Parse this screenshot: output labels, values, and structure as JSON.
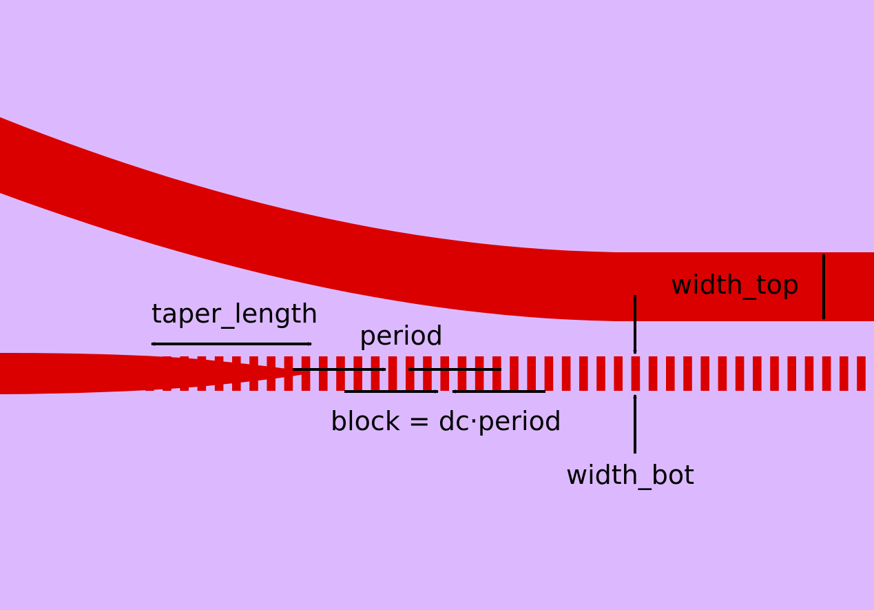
{
  "colors": {
    "background": "#dcb9ff",
    "waveguide": "#db0000",
    "annotation": "#000000"
  },
  "labels": {
    "width_top": "width_top",
    "taper_length": "taper_length",
    "period": "period",
    "block": "block = dc·period",
    "width_bot": "width_bot"
  }
}
